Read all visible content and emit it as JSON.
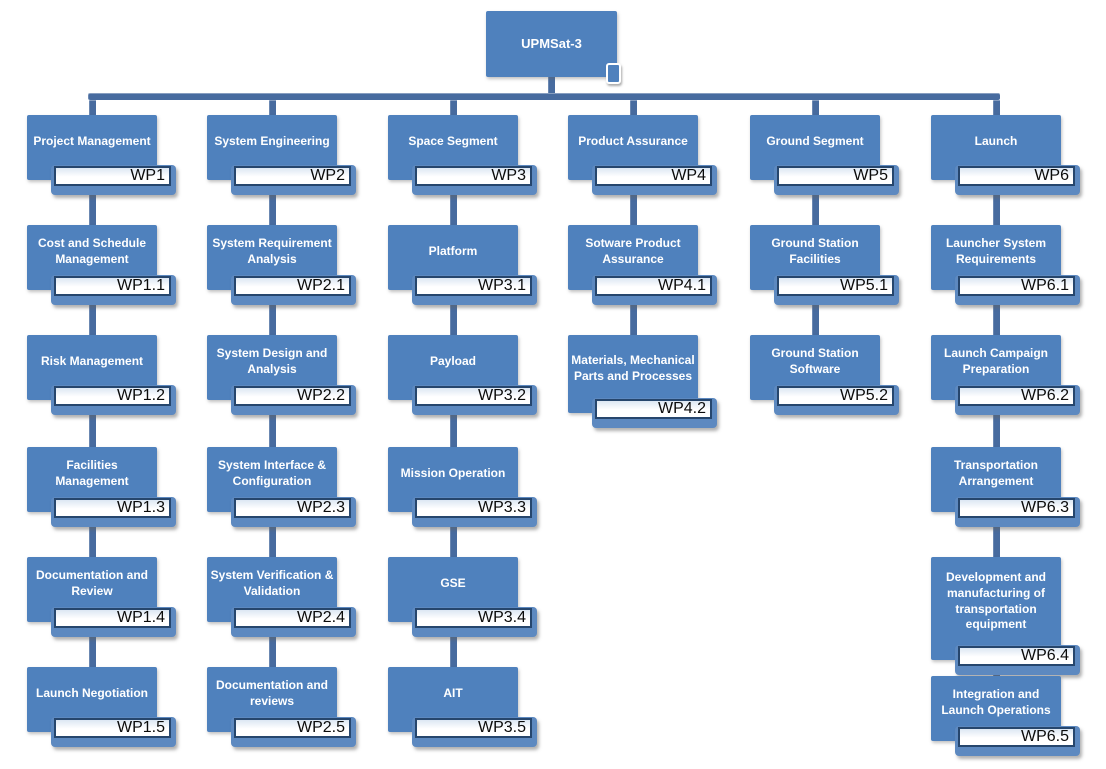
{
  "diagram": {
    "root": {
      "title": "UPMSat-3"
    },
    "columns": [
      {
        "header": {
          "title": "Project Management",
          "wp": "WP1"
        },
        "children": [
          {
            "title": "Cost and Schedule Management",
            "wp": "WP1.1"
          },
          {
            "title": "Risk Management",
            "wp": "WP1.2"
          },
          {
            "title": "Facilities Management",
            "wp": "WP1.3"
          },
          {
            "title": "Documentation and Review",
            "wp": "WP1.4"
          },
          {
            "title": "Launch Negotiation",
            "wp": "WP1.5"
          }
        ]
      },
      {
        "header": {
          "title": "System Engineering",
          "wp": "WP2"
        },
        "children": [
          {
            "title": "System Requirement Analysis",
            "wp": "WP2.1"
          },
          {
            "title": "System Design and Analysis",
            "wp": "WP2.2"
          },
          {
            "title": "System Interface & Configuration",
            "wp": "WP2.3"
          },
          {
            "title": "System Verification & Validation",
            "wp": "WP2.4"
          },
          {
            "title": "Documentation and reviews",
            "wp": "WP2.5"
          }
        ]
      },
      {
        "header": {
          "title": "Space Segment",
          "wp": "WP3"
        },
        "children": [
          {
            "title": "Platform",
            "wp": "WP3.1"
          },
          {
            "title": "Payload",
            "wp": "WP3.2"
          },
          {
            "title": "Mission Operation",
            "wp": "WP3.3"
          },
          {
            "title": "GSE",
            "wp": "WP3.4"
          },
          {
            "title": "AIT",
            "wp": "WP3.5"
          }
        ]
      },
      {
        "header": {
          "title": "Product Assurance",
          "wp": "WP4"
        },
        "children": [
          {
            "title": "Sotware Product Assurance",
            "wp": "WP4.1"
          },
          {
            "title": "Materials, Mechanical Parts and Processes",
            "wp": "WP4.2"
          }
        ]
      },
      {
        "header": {
          "title": "Ground Segment",
          "wp": "WP5"
        },
        "children": [
          {
            "title": "Ground Station Facilities",
            "wp": "WP5.1"
          },
          {
            "title": "Ground Station Software",
            "wp": "WP5.2"
          }
        ]
      },
      {
        "header": {
          "title": "Launch",
          "wp": "WP6"
        },
        "children": [
          {
            "title": "Launcher System Requirements",
            "wp": "WP6.1"
          },
          {
            "title": "Launch Campaign Preparation",
            "wp": "WP6.2"
          },
          {
            "title": "Transportation Arrangement",
            "wp": "WP6.3"
          },
          {
            "title": "Development and manufacturing of transportation equipment",
            "wp": "WP6.4"
          },
          {
            "title": "Integration and Launch Operations",
            "wp": "WP6.5"
          }
        ]
      }
    ],
    "colors": {
      "node_fill": "#4f81bd",
      "tab_fill": "#5d89c0",
      "wp_strip_border": "#26466d",
      "connector": "#476b9f",
      "background": "#ffffff"
    }
  }
}
